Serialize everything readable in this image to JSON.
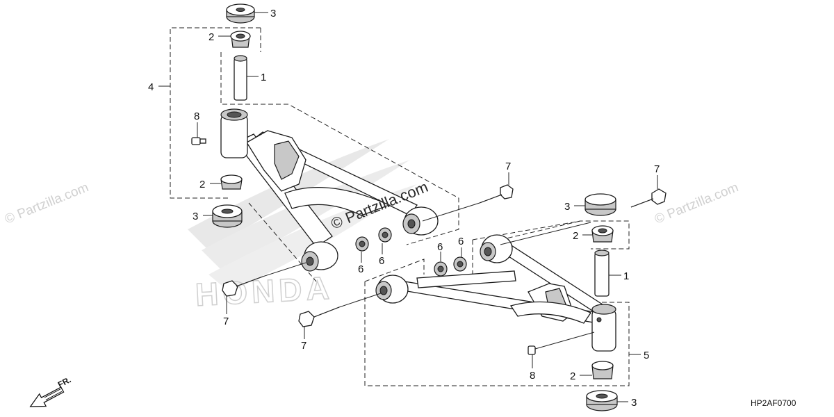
{
  "diagram": {
    "code": "HP2AF0700",
    "direction_label": "FR.",
    "watermarks": {
      "main": "© Partzilla.com",
      "corner": "© Partzilla.com"
    },
    "brand_background": "HONDA",
    "callouts": {
      "c1_top": "1",
      "c2_top": "2",
      "c3_top": "3",
      "c4": "4",
      "c8_top": "8",
      "c2_mid": "2",
      "c3_mid": "3",
      "c7_left": "7",
      "c7_center": "7",
      "c6_a": "6",
      "c6_b": "6",
      "c6_c": "6",
      "c6_d": "6",
      "c7_top": "7",
      "c7_right": "7",
      "c3_right": "3",
      "c2_right": "2",
      "c1_right": "1",
      "c5": "5",
      "c8_bottom": "8",
      "c2_bottom": "2",
      "c3_bottom": "3"
    }
  }
}
